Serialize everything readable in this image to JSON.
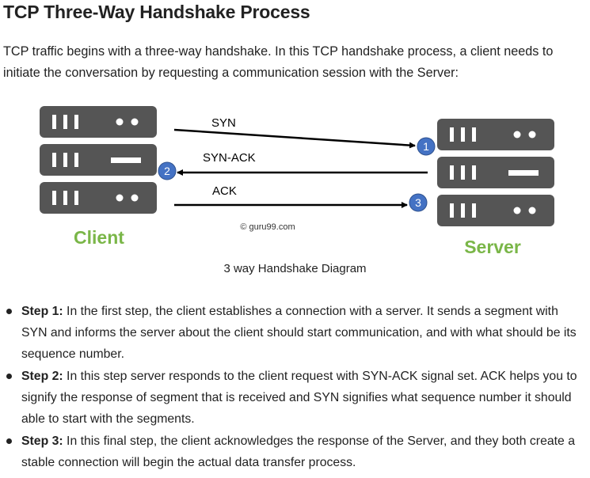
{
  "title": "TCP Three-Way Handshake Process",
  "intro": "TCP traffic begins with a three-way handshake. In this TCP handshake process, a client needs to initiate the conversation by requesting a communication session with the Server:",
  "diagram": {
    "client_label": "Client",
    "server_label": "Server",
    "label_color": "#7ab648",
    "server_color": "#555555",
    "badge_color": "#4472c4",
    "arrows": [
      {
        "label": "SYN",
        "step": "1"
      },
      {
        "label": "SYN-ACK",
        "step": "2"
      },
      {
        "label": "ACK",
        "step": "3"
      }
    ],
    "watermark": "© guru99.com",
    "caption": "3 way Handshake Diagram"
  },
  "steps": [
    {
      "label": "Step 1:",
      "text": " In the first step, the client establishes a connection with a server. It sends a segment with SYN and informs the server about the client should start communication, and with what should be its sequence number."
    },
    {
      "label": "Step 2:",
      "text": " In this step server responds to the client request with SYN-ACK signal set. ACK helps you to signify the response of segment that is received and SYN signifies what sequence number it should able to start with the segments."
    },
    {
      "label": "Step 3:",
      "text": " In this final step, the client acknowledges the response of the Server, and they both create a stable connection will begin the actual data transfer process."
    }
  ]
}
